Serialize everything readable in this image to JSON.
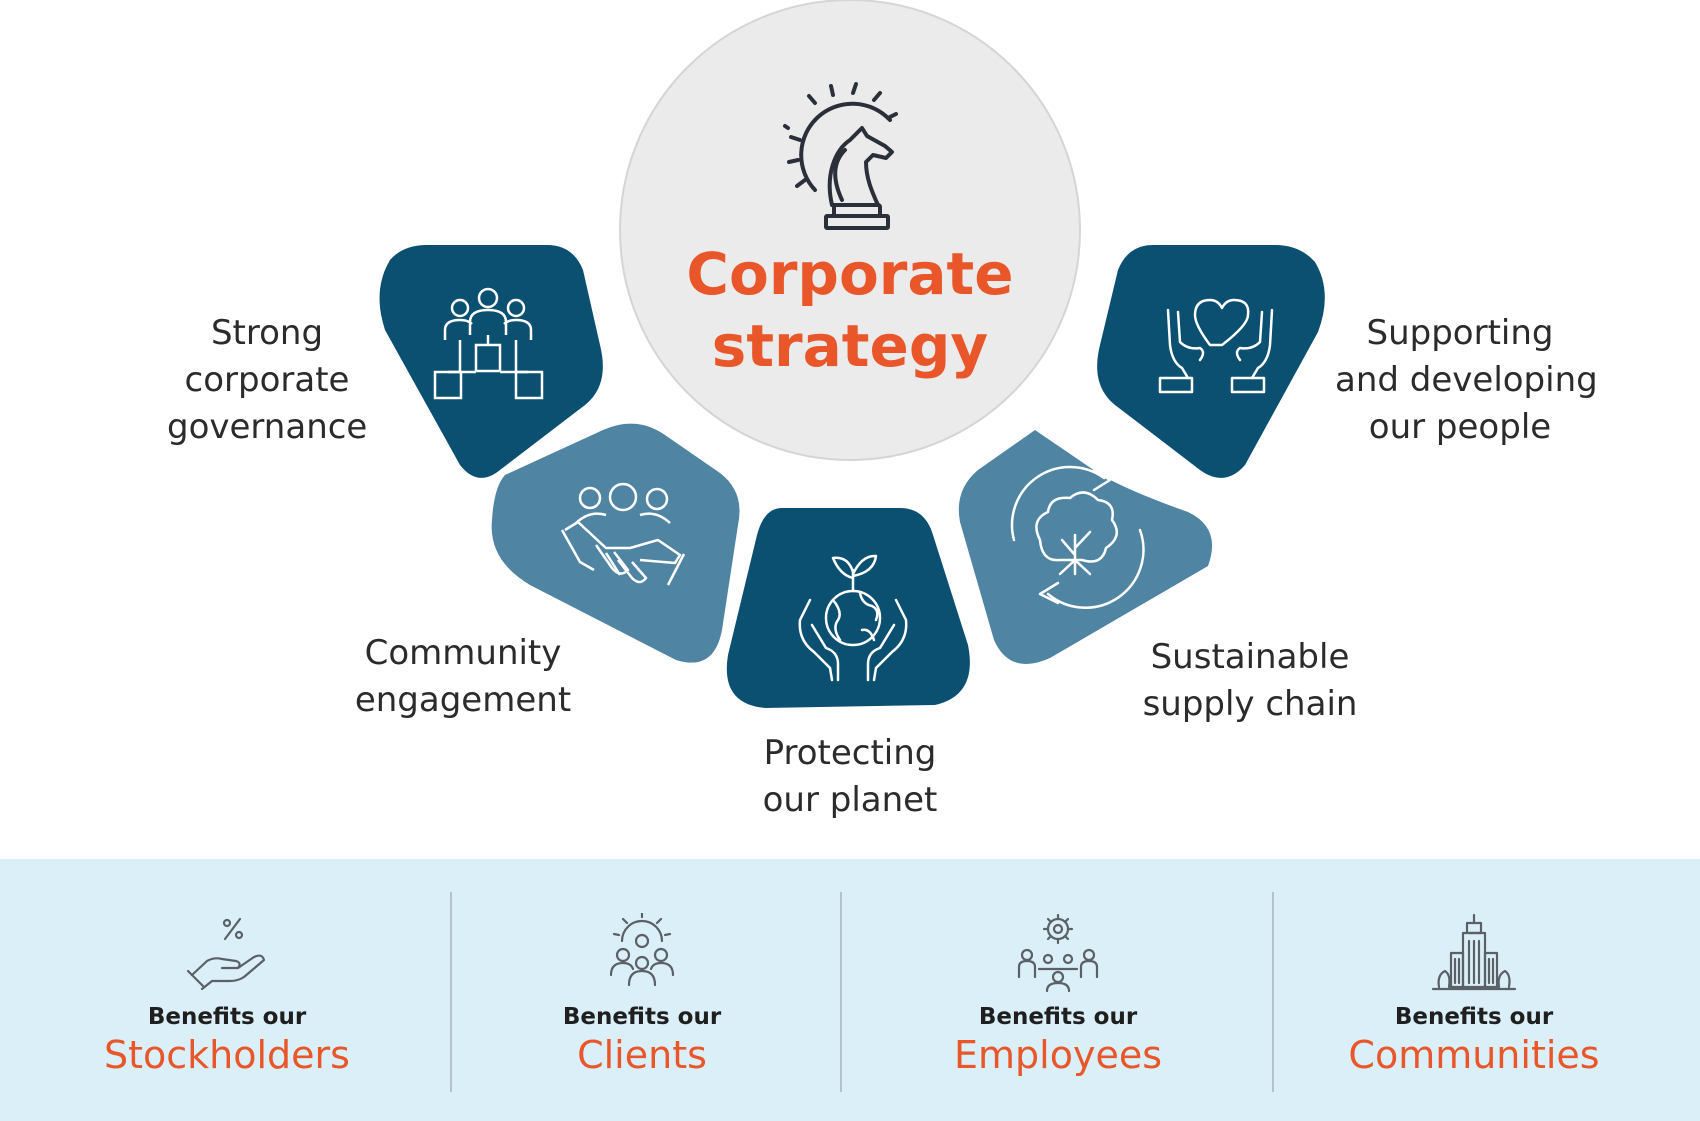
{
  "center": {
    "title_line1": "Corporate",
    "title_line2": "strategy",
    "icon": "chess-knight-gear-icon"
  },
  "pillars": [
    {
      "line1": "Strong",
      "line2": "corporate",
      "line3": "governance",
      "icon": "org-chart-people-icon"
    },
    {
      "line1": "Community",
      "line2": "engagement",
      "icon": "handshake-people-icon"
    },
    {
      "line1": "Protecting",
      "line2": "our planet",
      "icon": "hands-globe-sprout-icon"
    },
    {
      "line1": "Sustainable",
      "line2": "supply chain",
      "icon": "tree-cycle-arrows-icon"
    },
    {
      "line1": "Supporting",
      "line2": "and developing",
      "line3": "our people",
      "icon": "hands-heart-icon"
    }
  ],
  "benefits": [
    {
      "prefix": "Benefits our",
      "name": "Stockholders",
      "icon": "hand-percent-icon"
    },
    {
      "prefix": "Benefits our",
      "name": "Clients",
      "icon": "people-gear-icon"
    },
    {
      "prefix": "Benefits our",
      "name": "Employees",
      "icon": "team-meeting-gear-icon"
    },
    {
      "prefix": "Benefits our",
      "name": "Communities",
      "icon": "city-buildings-icon"
    }
  ],
  "colors": {
    "accent_orange": "#e8562a",
    "dark_teal": "#0b4f71",
    "light_teal": "#4e83a0",
    "center_circle": "#ebebeb",
    "band": "#dbeff8"
  }
}
